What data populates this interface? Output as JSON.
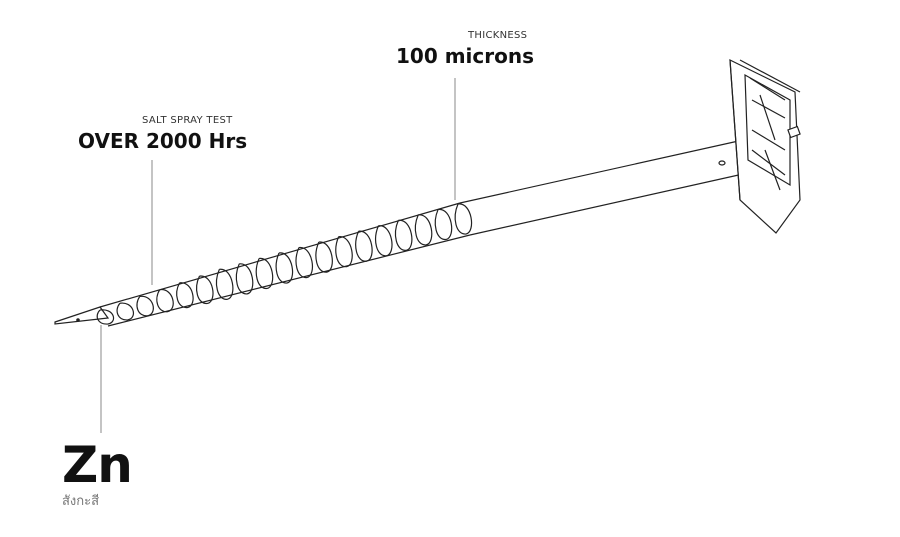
{
  "thickness": {
    "caption": "THICKNESS",
    "value": "100 microns"
  },
  "salt_spray": {
    "caption": "SALT SPRAY TEST",
    "value": "OVER 2000 Hrs"
  },
  "coating": {
    "symbol": "Zn",
    "caption": "สังกะสี"
  },
  "colors": {
    "line": "#222222",
    "leader": "#888888",
    "text": "#111111"
  },
  "icons": [
    "ground-screw-illustration"
  ]
}
